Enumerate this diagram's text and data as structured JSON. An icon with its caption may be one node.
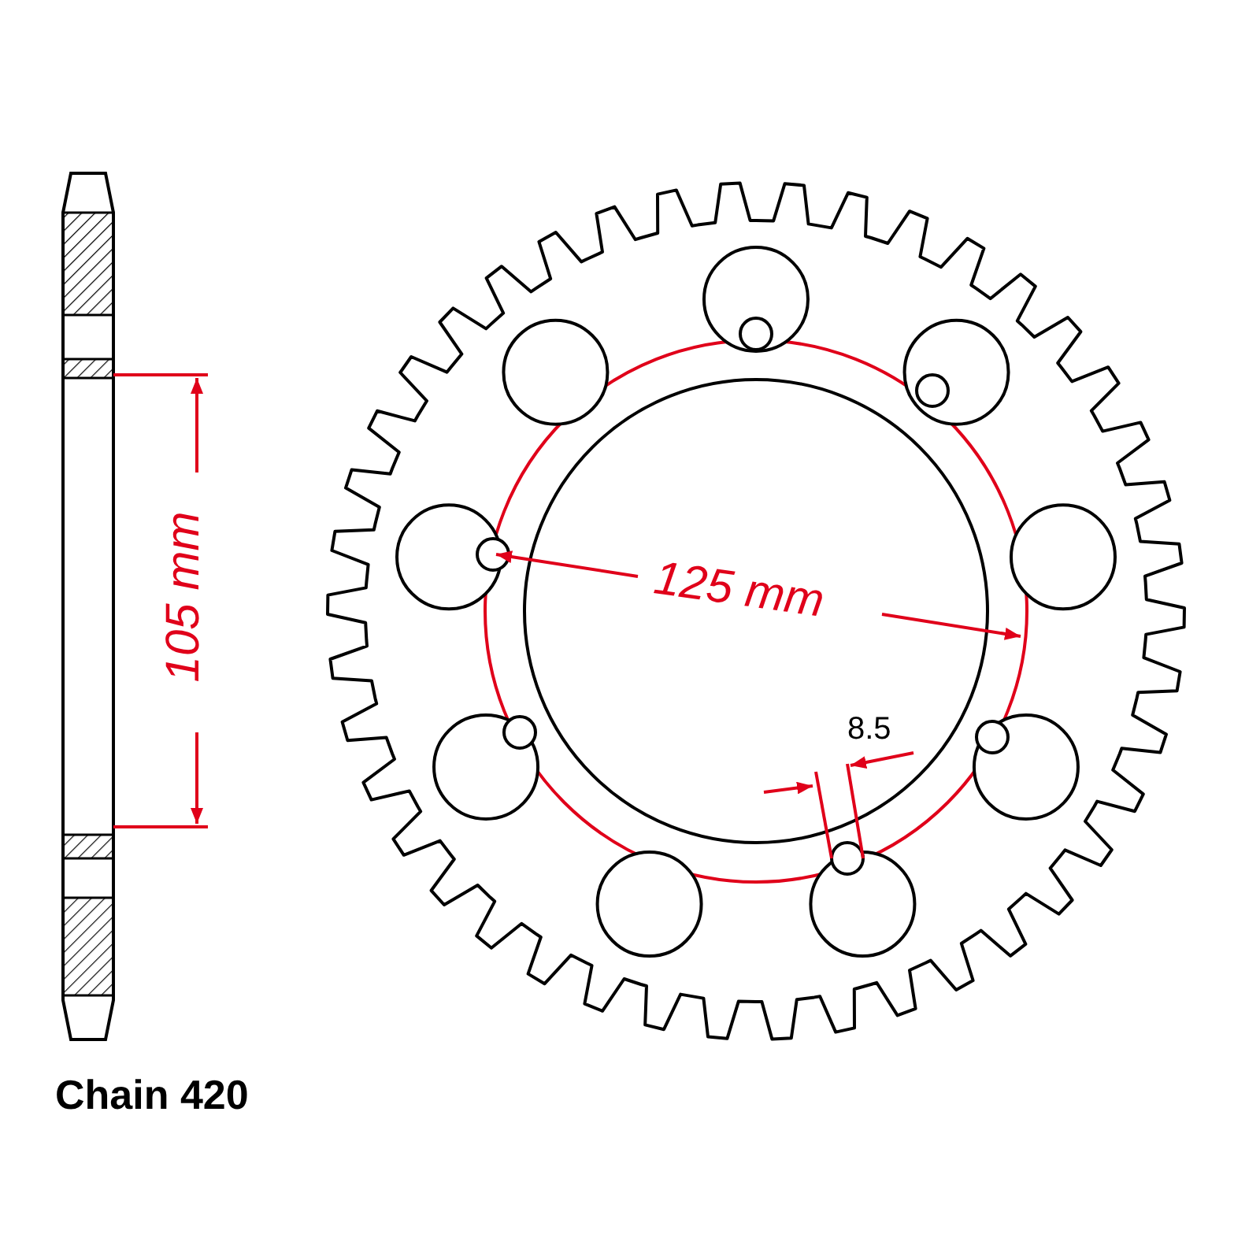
{
  "diagram": {
    "labels": [
      "105 mm",
      "125 mm",
      "8.5",
      "Chain 420"
    ]
  }
}
